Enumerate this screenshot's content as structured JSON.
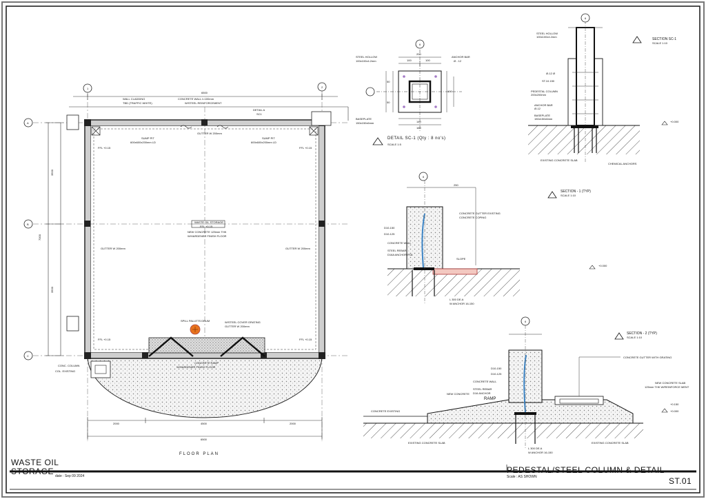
{
  "sheet": {
    "project_line1": "WASTE OIL",
    "project_line2": "STORAGE",
    "date": "date : Sep 09 2024",
    "drawing_title": "PEDESTAL/STEEL COLUMN & DETAIL",
    "scale": "Scale : AS SHOWN",
    "sheet_number": "ST.01"
  },
  "plan": {
    "title": "FLOOR PLAN",
    "dim_top": "6500",
    "dim_bottom_overall": "6500",
    "dim_bottom_seg1": "2000",
    "dim_bottom_seg2": "4500",
    "dim_bottom_seg3": "2000",
    "dim_left_1": "3500",
    "dim_left_2": "3500",
    "dim_left_total": "7000",
    "grid_A": "A",
    "grid_B": "B",
    "grid_C": "C",
    "grid_1": "1",
    "grid_2": "2",
    "wall_note": "WALL CLADDING",
    "wall_note2": "TBD (TRAFFIC WHITE)",
    "concrete_wall": "CONCRETE WALL t=100mm",
    "concrete_wall2": "W/STEEL REINFORCEMENT",
    "gutter_top": "GUTTER W 200mm",
    "gutter_left": "GUTTER W 200mm",
    "gutter_right": "GUTTER W 200mm",
    "gutter_bottom": "GUTTER W 200mm",
    "center_tag": "WASTE OIL STORAGE",
    "center_tag2": "FFL +0.15",
    "center_note": "NEW CONCRETE 125mm THK",
    "center_note2": "W/HARDENER FINISH FLOOR",
    "spill_drum": "SPILL PALLETS DRUM",
    "steel_cover": "W/STEEL COVER GRATING",
    "steel_cover2": "GUTTER W 200mm",
    "ramp_note": "CONCRETE RAMP",
    "ramp_note2": "W/HARDENER FINISH FLOOR",
    "column_note": "CONC. COLUMN",
    "column_note2": "COL. EXISTING",
    "ffl_1": "FFL +0.15",
    "ffl_2": "FFL +0.15",
    "ffl_3": "FFL +0.15",
    "ffl_4": "FFL +0.15",
    "sump_1": "SUMP PIT",
    "sump_2": "SUMP PIT",
    "sump_dim1": "600x600x200mm LD",
    "sump_dim2": "600x600x200mm LD",
    "detail_a": "DETAIL A",
    "detail_a2": "SC1"
  },
  "detail_sc1": {
    "title": "DETAIL SC-1 (Qty : 8 no's)",
    "scale": "SCALE 1:5",
    "grid": "6",
    "steel_hollow": "STEEL HOLLOW",
    "steel_hollow_size": "100x100x4.2mm",
    "anchor_bar": "ANCHOR BAR",
    "anchor_bar_size": "Ø - 12",
    "baseplate": "BASEPLATE",
    "baseplate_size": "150x150x6mm",
    "dim_200": "200",
    "dim_100a": "100",
    "dim_100b": "100",
    "dim_140": "140",
    "dim_160": "160",
    "dim_50a": "50",
    "dim_50b": "50",
    "dim_100c": "100"
  },
  "section_sc1": {
    "title": "SECTION SC-1",
    "scale": "SCALE 1:10",
    "grid": "6",
    "l1": "STEEL HOLLOW",
    "l1b": "100x100x4.2mm",
    "l2": "Ø-12 Ø",
    "l3": "ST.10.150",
    "l4": "PEDESTAL COLUMN",
    "l4b": "200x200mm",
    "l5": "ANCHOR BAR",
    "l5b": "Ø-12",
    "l6": "BASEPLATE",
    "l6b": "150x150x6mm",
    "l7": "EXISTING CONCRETE SLAB",
    "l8": "CHEMICAL ANCHORS",
    "level": "+0.000"
  },
  "section_1": {
    "title": "SECTION - 1 (TYP)",
    "scale": "SCALE 1:10",
    "grid": "6",
    "dim_top": "250",
    "l1": "CONCRETE GUTTER EXISTING",
    "l2": "CONCRETE COPING",
    "l3": "D10-150",
    "l4": "D10-125",
    "l5": "CONCRETE WALL",
    "l6": "STEEL REBAR",
    "l7": "D16A ANCHOR P16",
    "level": "+0.000",
    "slope": "SLOPE",
    "bot1": "L 300 DE.A",
    "bot2": "W ANCHOR 16-150"
  },
  "section_2": {
    "title": "SECTION - 2 (TYP)",
    "scale": "SCALE 1:10",
    "grid": "6",
    "l1": "CONCRETE GUTTER WITH GRATING",
    "l2": "NEW CONCRETE SLAB",
    "l2b": "125mm THK W/REINFORCE MENT",
    "l3": "D10-150",
    "l4": "D10-125",
    "l5": "CONCRETE WALL",
    "l6": "STEEL REBAR",
    "l7": "D16 ANCHOR",
    "l8": "NEW CONCRETE",
    "ramp": "RAMP",
    "concrete_existing": "CONCRETE EXISTING",
    "existing_slab1": "EXISTING CONCRETE SLAB",
    "existing_slab2": "EXISTING CONCRETE SLAB",
    "level1": "+0.000",
    "level2": "+0.150",
    "bot1": "L 300 DE.A",
    "bot2": "W ANCHOR 16-150"
  }
}
